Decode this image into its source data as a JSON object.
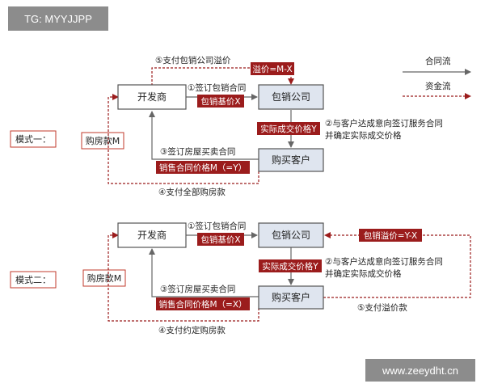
{
  "watermark": {
    "top": "TG: MYYJJPP",
    "bottom": "www.zeeydht.cn"
  },
  "legend": {
    "contract_flow": "合同流",
    "fund_flow": "资金流"
  },
  "colors": {
    "red": "#9b1c1c",
    "box_border": "#c0392b",
    "blue_box": "#dfe5ef",
    "line": "#666666"
  },
  "mode1": {
    "label": "模式一：",
    "developer": "开发商",
    "agency": "包销公司",
    "buyer": "购买客户",
    "buy_payment": "购房款M",
    "premium_flow": "⑤支付包销公司溢价",
    "premium_tag": "溢价=M-X",
    "sign_agency": "①签订包销合同",
    "base_price_tag": "包销基价X",
    "agree_line1": "②与客户达成意向签订服务合同",
    "agree_line2": "并确定实际成交价格",
    "deal_price_tag": "实际成交价格Y",
    "sign_house": "③签订房屋买卖合同",
    "sale_price_tag": "销售合同价格M（=Y）",
    "pay_all": "④支付全部购房款"
  },
  "mode2": {
    "label": "模式二：",
    "developer": "开发商",
    "agency": "包销公司",
    "buyer": "购买客户",
    "buy_payment": "购房款M",
    "sign_agency": "①签订包销合同",
    "base_price_tag": "包销基价X",
    "premium_tag": "包销溢价=Y-X",
    "agree_line1": "②与客户达成意向签订服务合同",
    "agree_line2": "并确定实际成交价格",
    "deal_price_tag": "实际成交价格Y",
    "sign_house": "③签订房屋买卖合同",
    "sale_price_tag": "销售合同价格M（=X）",
    "pay_premium": "⑤支付溢价款",
    "pay_agreed": "④支付约定购房款"
  }
}
